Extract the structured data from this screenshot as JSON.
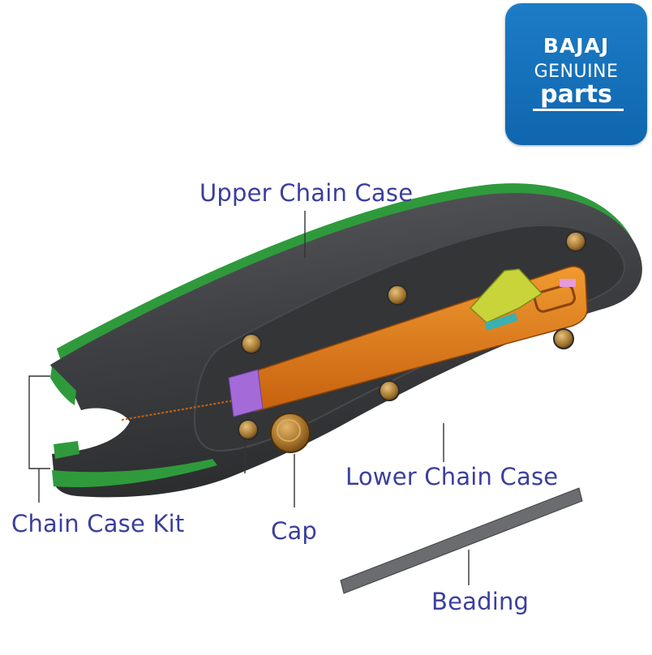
{
  "logo": {
    "brand": "BAJAJ",
    "line2": "GENUINE",
    "line3": "parts",
    "bg_color": "#1575bd"
  },
  "labels": {
    "upper_chain_case": "Upper Chain Case",
    "lower_chain_case": "Lower Chain Case",
    "chain_case_kit": "Chain Case Kit",
    "cap": "Cap",
    "beading": "Beading"
  },
  "colors": {
    "label_text": "#3b3f9c",
    "case_body": "#3c3c3e",
    "trim_green": "#2f9a3c",
    "swingarm_orange": "#e07a1c",
    "cap_bronze": "#a8752c",
    "bracket_yellow": "#c8d43a",
    "beading_gray": "#6a6c70"
  }
}
